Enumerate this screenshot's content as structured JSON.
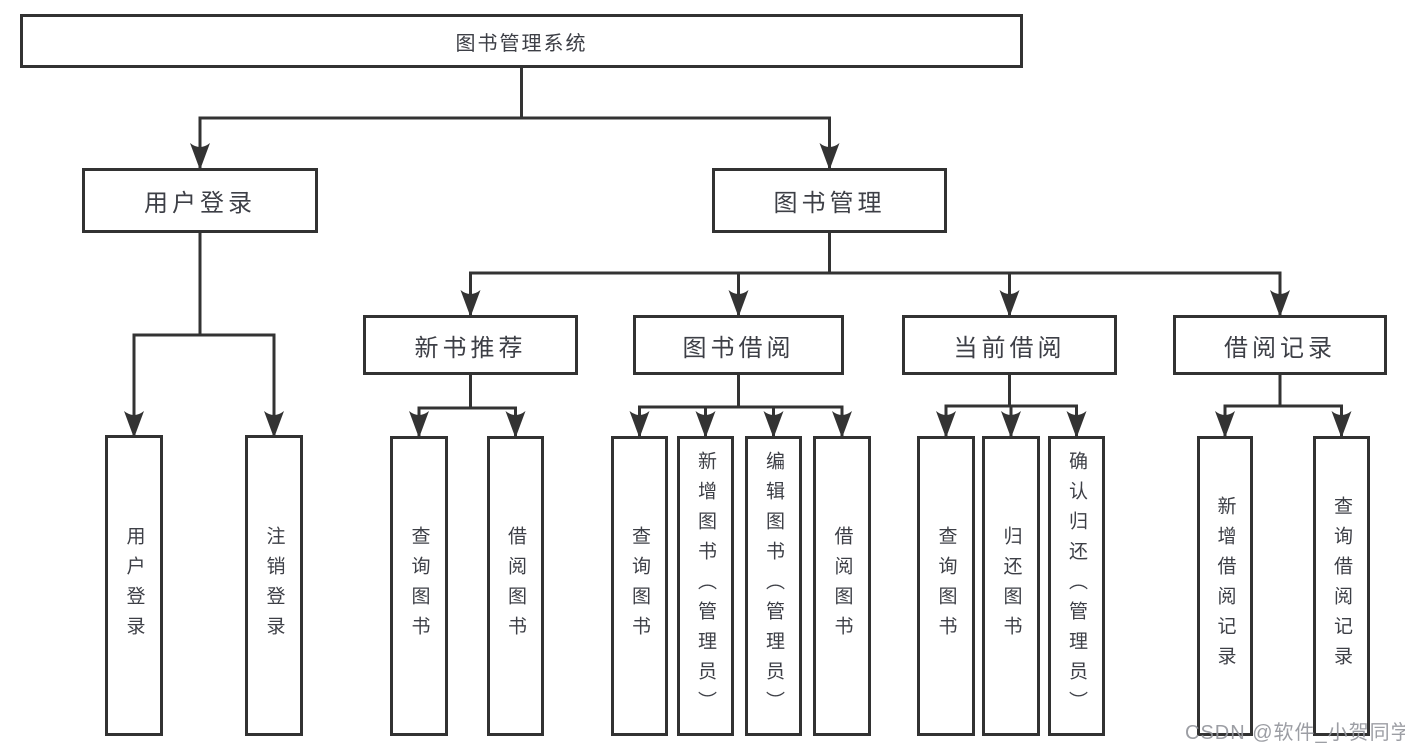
{
  "colors": {
    "line": "#333333",
    "node_border": "#323232",
    "node_text": "#3d3f46",
    "watermark_text": "#94969c",
    "background": "#ffffff"
  },
  "watermark": "CSDN @软件_小贺同学",
  "tree": {
    "root": {
      "label": "图书管理系统"
    },
    "branches": [
      {
        "label": "用户登录",
        "children": [
          "用户登录",
          "注销登录"
        ]
      },
      {
        "label": "图书管理",
        "children": [
          {
            "label": "新书推荐",
            "children": [
              "查询图书",
              "借阅图书"
            ]
          },
          {
            "label": "图书借阅",
            "children": [
              "查询图书",
              "新增图书（管理员）",
              "编辑图书（管理员）",
              "借阅图书"
            ]
          },
          {
            "label": "当前借阅",
            "children": [
              "查询图书",
              "归还图书",
              "确认归还（管理员）"
            ]
          },
          {
            "label": "借阅记录",
            "children": [
              "新增借阅记录",
              "查询借阅记录"
            ]
          }
        ]
      }
    ]
  }
}
